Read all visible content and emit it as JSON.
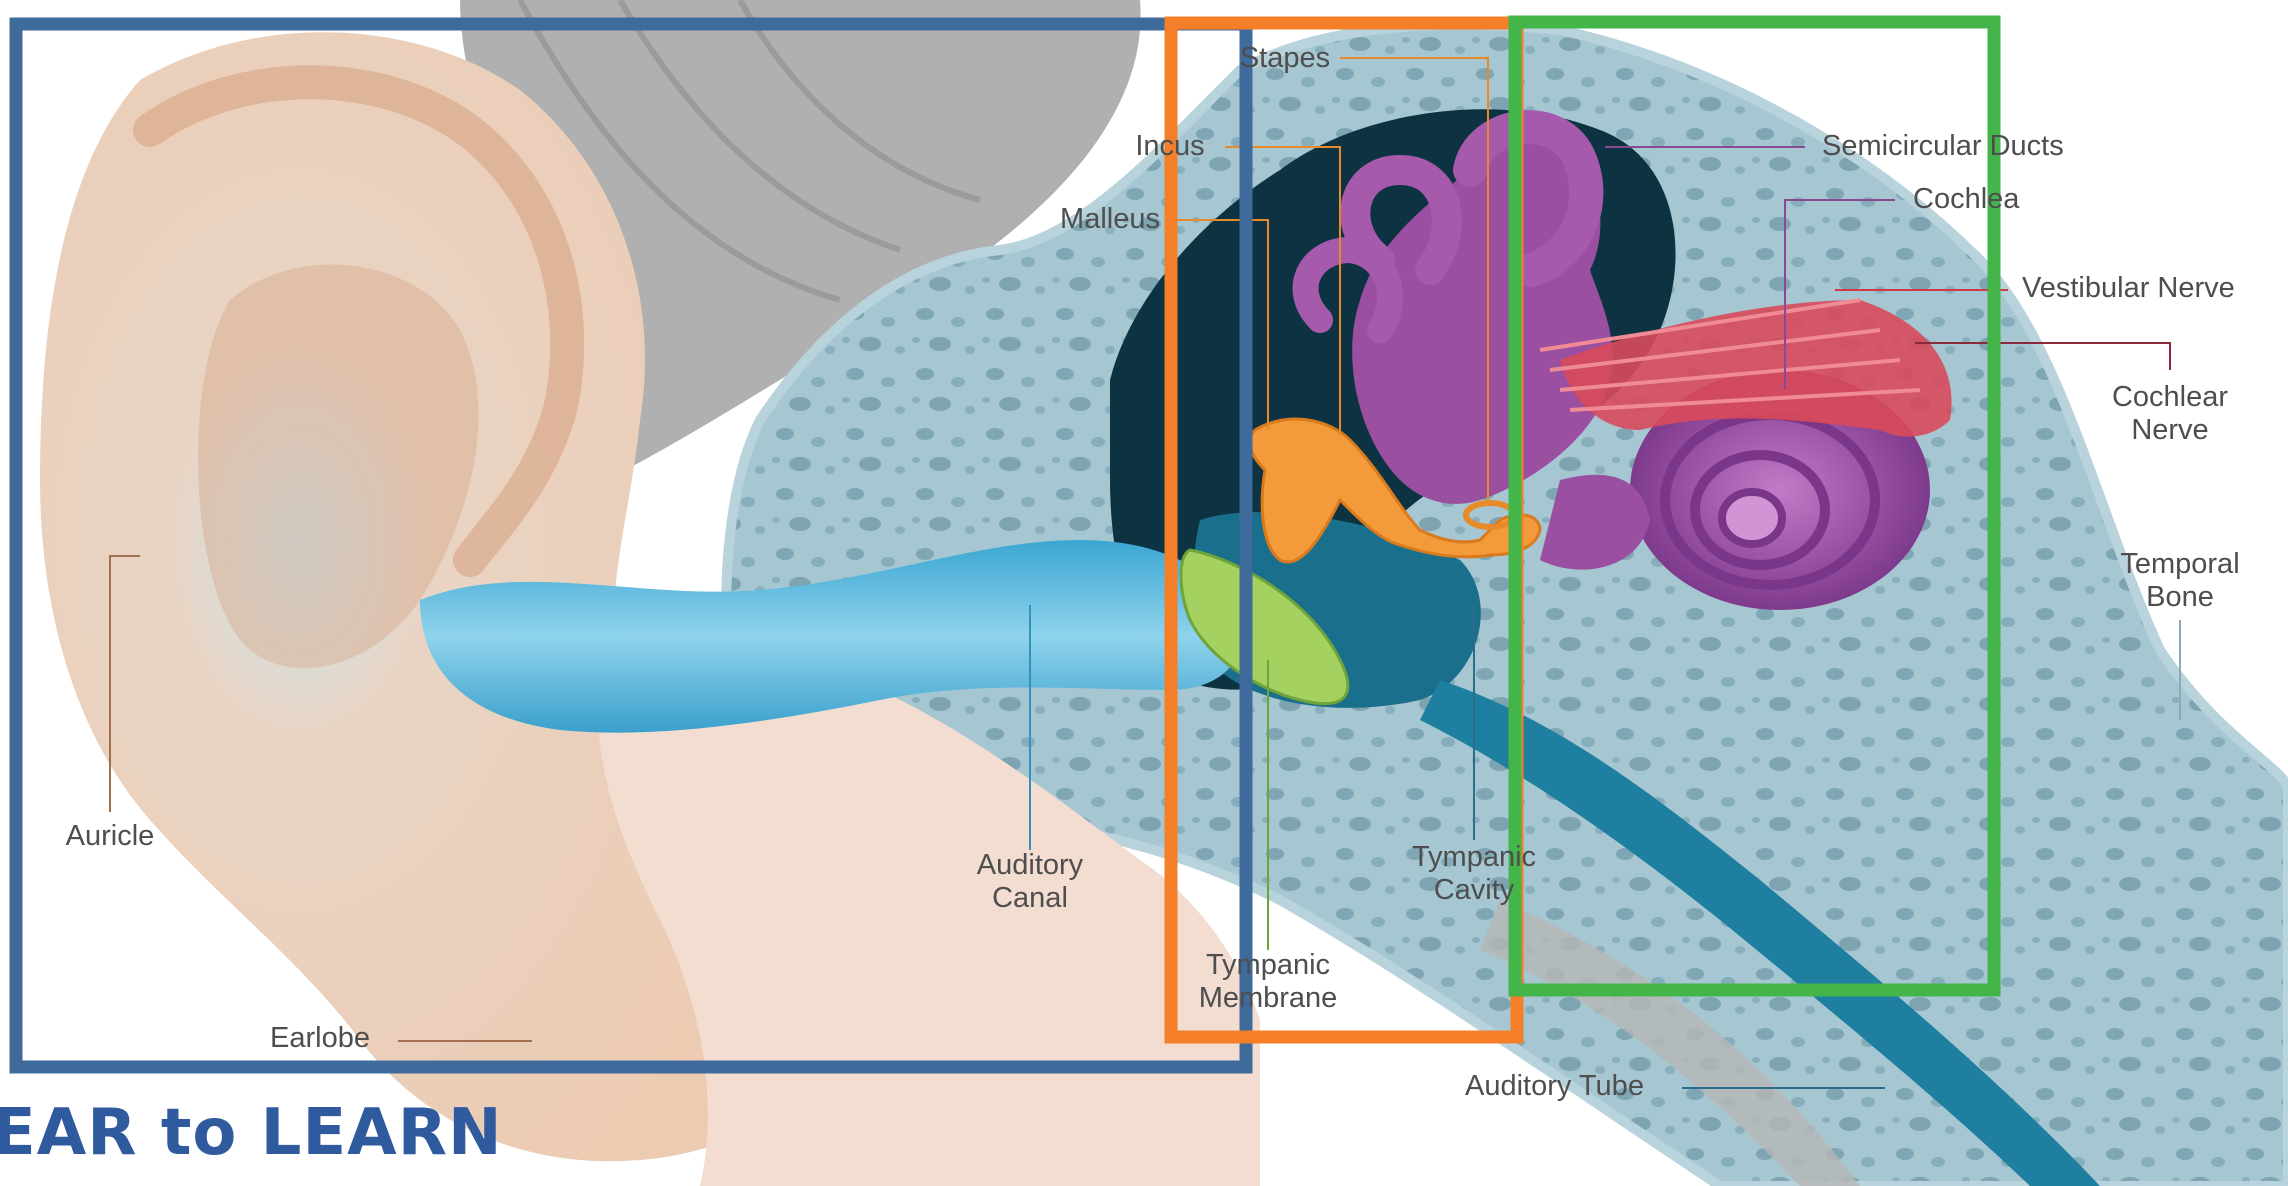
{
  "brand": {
    "text": "EAR to LEARN",
    "color": "#2f5a9e"
  },
  "labels": {
    "stapes": "Stapes",
    "incus": "Incus",
    "malleus": "Malleus",
    "semicircular_ducts": "Semicircular Ducts",
    "cochlea": "Cochlea",
    "vestibular_nerve": "Vestibular Nerve",
    "cochlear_nerve": [
      "Cochlear",
      "Nerve"
    ],
    "temporal_bone": [
      "Temporal",
      "Bone"
    ],
    "auricle": "Auricle",
    "auditory_canal": [
      "Auditory",
      "Canal"
    ],
    "tympanic_cavity": [
      "Tympanic",
      "Cavity"
    ],
    "tympanic_membrane": [
      "Tympanic",
      "Membrane"
    ],
    "earlobe": "Earlobe",
    "auditory_tube": "Auditory Tube"
  },
  "region_boxes": [
    {
      "id": "outer-ear-region-box",
      "color": "#3f6a9c"
    },
    {
      "id": "middle-ear-region-box",
      "color": "#f47f28"
    },
    {
      "id": "inner-ear-region-box",
      "color": "#43b549"
    }
  ],
  "colors": {
    "skin": "#efd2bd",
    "hair": "#a9a9a9",
    "canal": "#5ab8da",
    "bone": "#9fc3cf",
    "ossicles": "#f39a3a",
    "membrane": "#9ccf5a",
    "labyrinth": "#9a4fa0",
    "nerve": "#d84a5a",
    "tube": "#1f7fa0"
  }
}
